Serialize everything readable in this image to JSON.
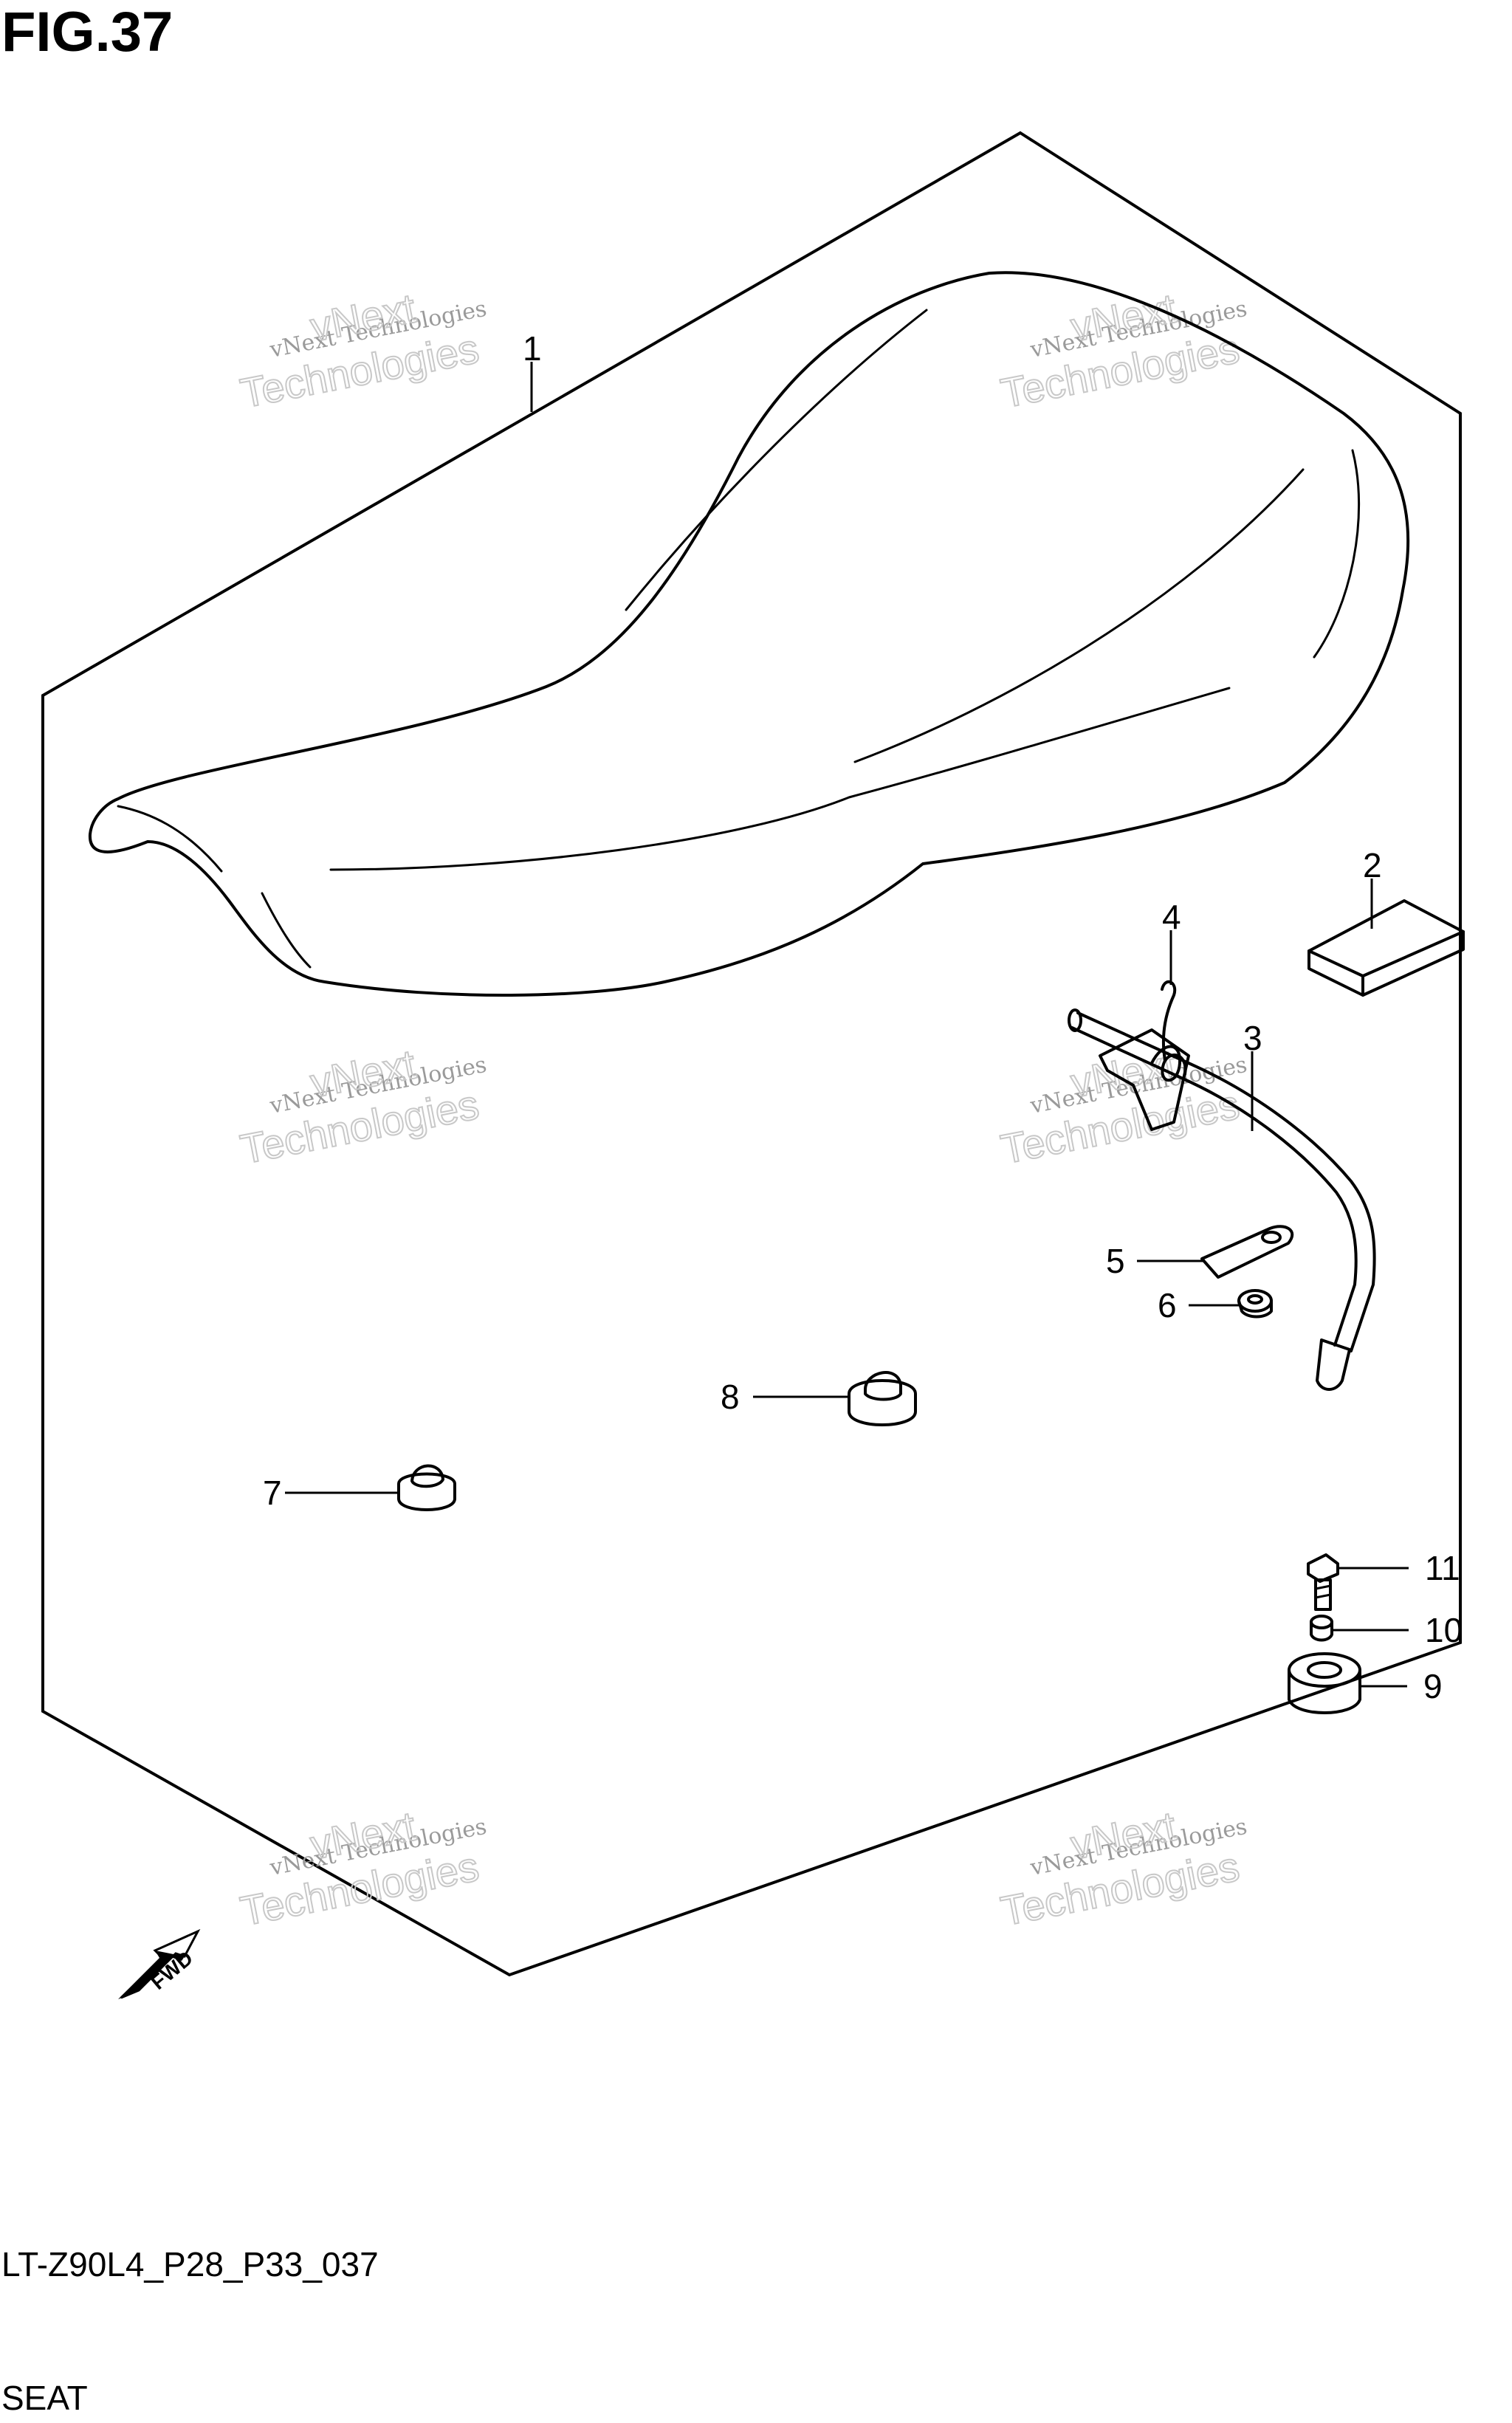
{
  "figure": {
    "title": "FIG.37",
    "diagram_code": "LT-Z90L4_P28_P33_037",
    "name": "SEAT"
  },
  "fwd_marker": "FWD",
  "watermark": {
    "line1": "vNext Technologies",
    "line2": "vNext",
    "line3": "Technologies"
  },
  "callouts": [
    {
      "ref": "1"
    },
    {
      "ref": "2"
    },
    {
      "ref": "3"
    },
    {
      "ref": "4"
    },
    {
      "ref": "5"
    },
    {
      "ref": "6"
    },
    {
      "ref": "7"
    },
    {
      "ref": "8"
    },
    {
      "ref": "9"
    },
    {
      "ref": "10"
    },
    {
      "ref": "11"
    }
  ],
  "colors": {
    "line": "#000000",
    "watermark": "#9a9a9a",
    "background": "#ffffff"
  }
}
